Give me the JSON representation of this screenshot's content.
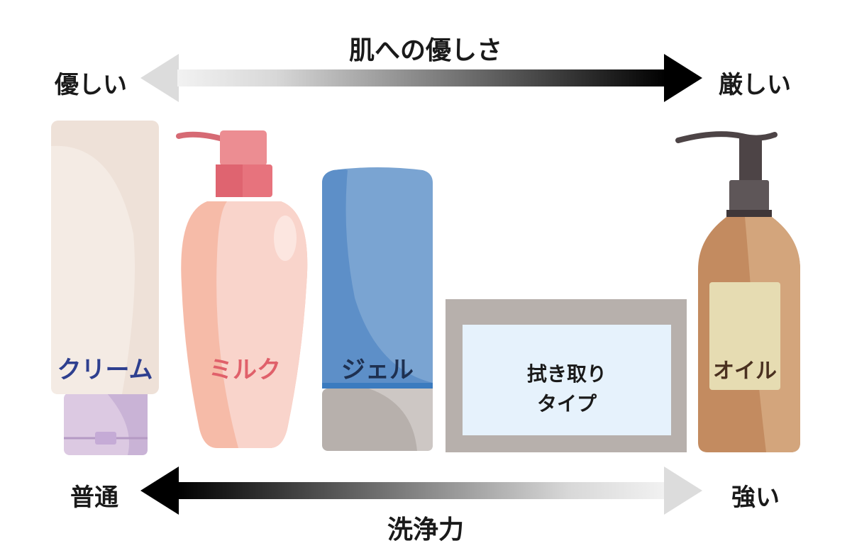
{
  "top_scale": {
    "title": "肌への優しさ",
    "left_label": "優しい",
    "right_label": "厳しい"
  },
  "bottom_scale": {
    "title": "洗浄力",
    "left_label": "普通",
    "right_label": "強い"
  },
  "products": [
    {
      "label": "クリーム",
      "color": "#2e3f8f"
    },
    {
      "label": "ミルク",
      "color": "#e0606a"
    },
    {
      "label": "ジェル",
      "color": "#1e3050"
    },
    {
      "label_line1": "拭き取り",
      "label_line2": "タイプ",
      "color": "#1a1a1a"
    },
    {
      "label": "オイル",
      "color": "#4a3020"
    }
  ]
}
